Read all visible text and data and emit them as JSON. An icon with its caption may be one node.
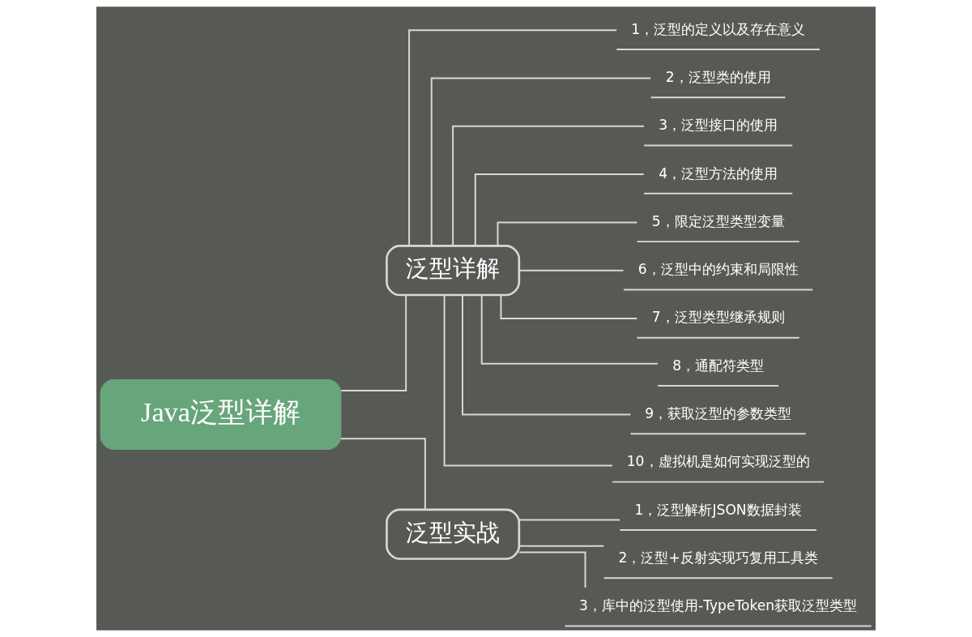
{
  "diagram": {
    "nodes": [
      {
        "text": [
          "Java泛型详解"
        ]
      },
      {
        "text": [
          "泛型详解"
        ]
      },
      {
        "text": [
          "1，泛型的定义以及存在意义"
        ]
      },
      {
        "text": [
          "2，泛型类的使用"
        ]
      },
      {
        "text": [
          "3，泛型接口的使用"
        ]
      },
      {
        "text": [
          "4，泛型方法的使用"
        ]
      },
      {
        "text": [
          "5，限定泛型类型变量"
        ]
      },
      {
        "text": [
          "6，泛型中的约束和局限性"
        ]
      },
      {
        "text": [
          "7，泛型类型继承规则"
        ]
      },
      {
        "text": [
          "8，通配符类型"
        ]
      },
      {
        "text": [
          "9，获取泛型的参数类型"
        ]
      },
      {
        "text": [
          "10，虚拟机是如何实现泛型的"
        ]
      },
      {
        "text": [
          "泛型实战"
        ]
      },
      {
        "text": [
          "1，泛型解析JSON数据封装"
        ]
      },
      {
        "text": [
          "2，泛型+反射实现巧复用工具类"
        ]
      },
      {
        "text": [
          "3，库中的泛型使用-TypeToken获取泛型类型"
        ]
      }
    ],
    "edges": [
      {
        "from": 0,
        "to": 1,
        "arrow": "none"
      },
      {
        "from": 1,
        "to": 2,
        "arrow": "none"
      },
      {
        "from": 1,
        "to": 3,
        "arrow": "none"
      },
      {
        "from": 1,
        "to": 4,
        "arrow": "none"
      },
      {
        "from": 1,
        "to": 5,
        "arrow": "none"
      },
      {
        "from": 1,
        "to": 6,
        "arrow": "none"
      },
      {
        "from": 1,
        "to": 7,
        "arrow": "none"
      },
      {
        "from": 1,
        "to": 8,
        "arrow": "none"
      },
      {
        "from": 1,
        "to": 9,
        "arrow": "none"
      },
      {
        "from": 1,
        "to": 10,
        "arrow": "none"
      },
      {
        "from": 1,
        "to": 11,
        "arrow": "none"
      },
      {
        "from": 0,
        "to": 12,
        "arrow": "none"
      },
      {
        "from": 12,
        "to": 13,
        "arrow": "none"
      },
      {
        "from": 12,
        "to": 14,
        "arrow": "none"
      },
      {
        "from": 12,
        "to": 15,
        "arrow": "none"
      }
    ]
  }
}
